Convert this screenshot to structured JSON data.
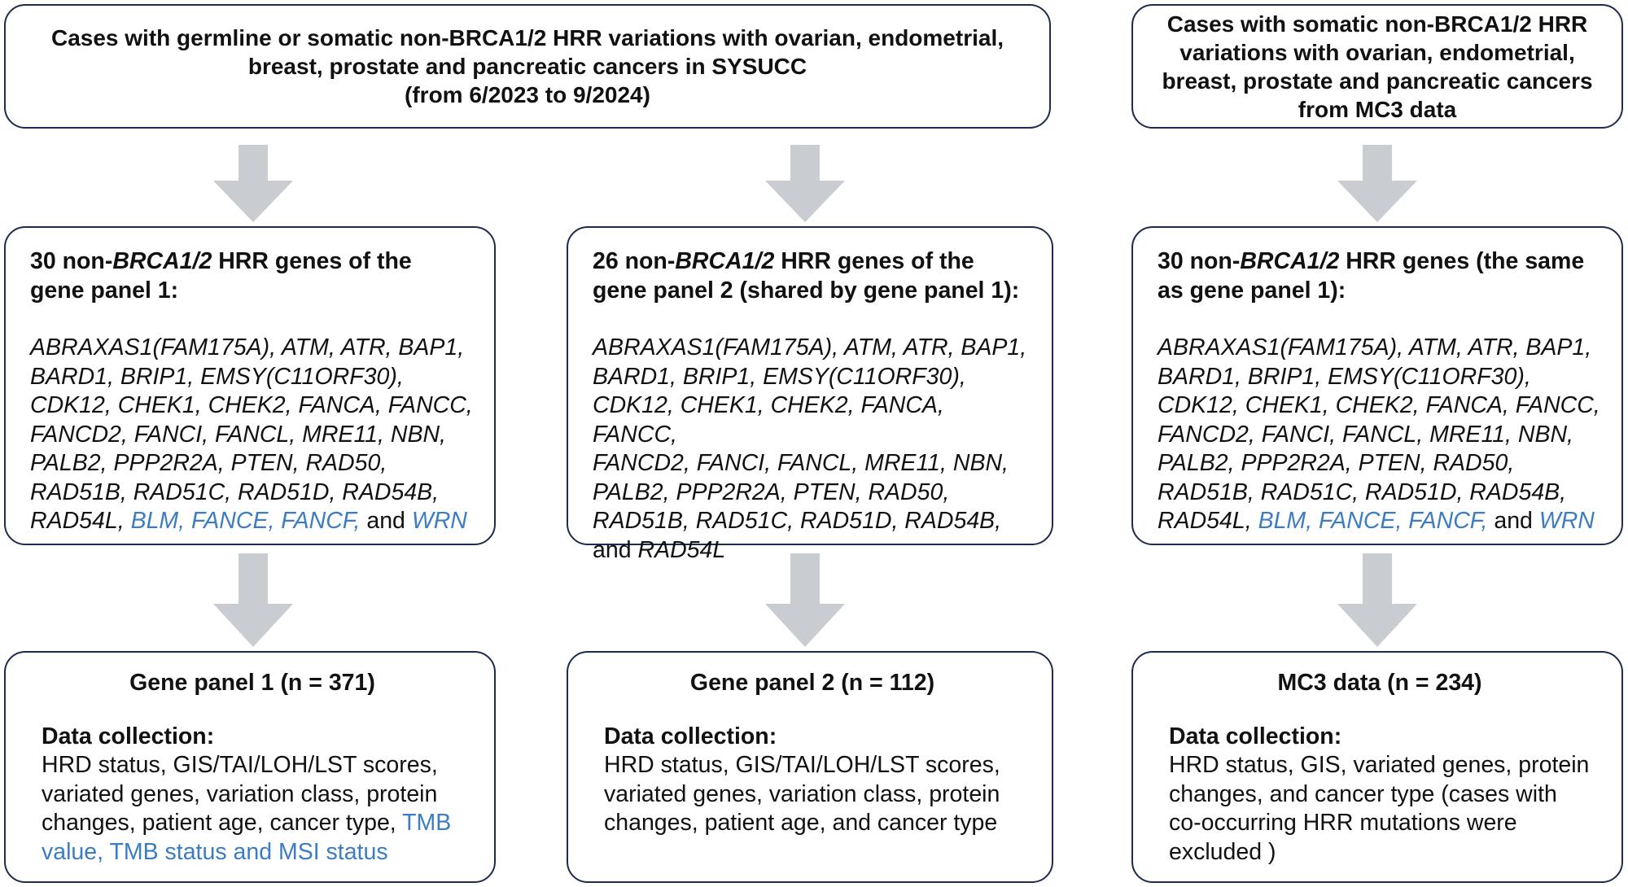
{
  "colors": {
    "border": "#1d2b4f",
    "arrow": "#c9ccd1",
    "highlight": "#3c7cc4",
    "text": "#111111"
  },
  "sources": {
    "sysucc": {
      "line1": "Cases with germline or somatic non-BRCA1/2 HRR variations with ovarian, endometrial,",
      "line2": "breast, prostate and pancreatic cancers in SYSUCC",
      "line3": "(from 6/2023 to 9/2024)"
    },
    "mc3": {
      "line1": "Cases with somatic non-BRCA1/2 HRR",
      "line2": "variations with ovarian, endometrial,",
      "line3": "breast, prostate and pancreatic cancers",
      "line4": "from MC3 data"
    }
  },
  "panels": {
    "panel1": {
      "heading_pre": "30 non-",
      "heading_em": "BRCA1/2",
      "heading_post": " HRR genes of the",
      "heading_line2": "gene panel 1:",
      "genes": [
        "ABRAXAS1(FAM175A), ATM, ATR, BAP1,",
        "BARD1, BRIP1, EMSY(C11ORF30),",
        "CDK12, CHEK1, CHEK2, FANCA, FANCC,",
        "FANCD2, FANCI, FANCL, MRE11, NBN,",
        "PALB2, PPP2R2A, PTEN, RAD50,",
        "RAD51B, RAD51C, RAD51D, RAD54B,"
      ],
      "last_prefix": "RAD54L, ",
      "last_blue_a": "BLM, FANCE, FANCF,",
      "last_and": " and ",
      "last_blue_b": "WRN"
    },
    "panel2": {
      "heading_pre": "26 non-",
      "heading_em": "BRCA1/2",
      "heading_post": " HRR genes of the",
      "heading_line2": "gene panel 2 (shared by gene panel 1):",
      "genes": [
        "ABRAXAS1(FAM175A), ATM, ATR, BAP1,",
        "BARD1, BRIP1, EMSY(C11ORF30),",
        "CDK12, CHEK1, CHEK2, FANCA, FANCC,",
        "FANCD2, FANCI, FANCL, MRE11, NBN,",
        "PALB2, PPP2R2A, PTEN, RAD50,",
        "RAD51B, RAD51C, RAD51D, RAD54B,"
      ],
      "last_and": "and ",
      "last_gene": "RAD54L"
    },
    "panel3": {
      "heading_pre": "30 non-",
      "heading_em": "BRCA1/2",
      "heading_post": " HRR genes (the same",
      "heading_line2": "as gene panel 1):",
      "genes": [
        "ABRAXAS1(FAM175A), ATM, ATR, BAP1,",
        "BARD1, BRIP1, EMSY(C11ORF30),",
        "CDK12, CHEK1, CHEK2, FANCA, FANCC,",
        "FANCD2, FANCI, FANCL, MRE11, NBN,",
        "PALB2, PPP2R2A, PTEN, RAD50,",
        "RAD51B, RAD51C, RAD51D, RAD54B,"
      ],
      "last_prefix": "RAD54L, ",
      "last_blue_a": "BLM, FANCE, FANCF,",
      "last_and": " and ",
      "last_blue_b": "WRN"
    }
  },
  "results": {
    "panel1": {
      "title": "Gene panel 1 (n = 371)",
      "dc_label": "Data collection:",
      "lines": [
        "HRD status, GIS/TAI/LOH/LST scores,",
        "variated genes, variation class, protein"
      ],
      "line3_plain": "changes, patient age, cancer type, ",
      "line3_blue": "TMB",
      "line4_blue": "value, TMB status and MSI status"
    },
    "panel2": {
      "title": "Gene panel 2 (n = 112)",
      "dc_label": "Data collection:",
      "lines": [
        "HRD status, GIS/TAI/LOH/LST scores,",
        "variated genes, variation class, protein",
        "changes, patient age, and cancer type"
      ]
    },
    "mc3": {
      "title": "MC3 data (n = 234)",
      "dc_label": "Data collection:",
      "lines": [
        "HRD status, GIS, variated genes, protein",
        "changes, and cancer type (cases with",
        "co-occurring HRR mutations were",
        "excluded )"
      ]
    }
  }
}
